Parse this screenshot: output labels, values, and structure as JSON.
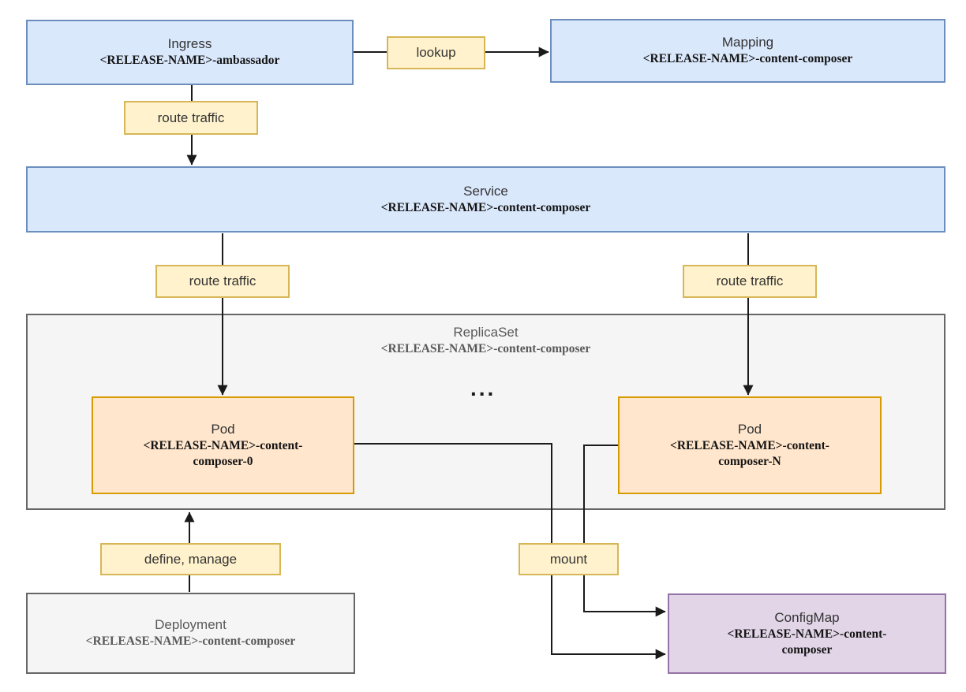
{
  "diagram": {
    "nodes": {
      "ingress": {
        "title": "Ingress",
        "subtitle": "<RELEASE-NAME>-ambassador"
      },
      "mapping": {
        "title": "Mapping",
        "subtitle": "<RELEASE-NAME>-content-composer"
      },
      "service": {
        "title": "Service",
        "subtitle": "<RELEASE-NAME>-content-composer"
      },
      "replicaset": {
        "title": "ReplicaSet",
        "subtitle": "<RELEASE-NAME>-content-composer"
      },
      "pod_left": {
        "title": "Pod",
        "subtitle": "<RELEASE-NAME>-content-composer-0"
      },
      "pod_right": {
        "title": "Pod",
        "subtitle": "<RELEASE-NAME>-content-composer-N"
      },
      "deployment": {
        "title": "Deployment",
        "subtitle": "<RELEASE-NAME>-content-composer"
      },
      "configmap": {
        "title": "ConfigMap",
        "subtitle": "<RELEASE-NAME>-content-composer"
      }
    },
    "edge_labels": {
      "lookup": "lookup",
      "route_traffic_ingress": "route traffic",
      "route_traffic_left": "route traffic",
      "route_traffic_right": "route traffic",
      "define_manage": "define, manage",
      "mount": "mount"
    },
    "ellipsis": "...",
    "colors": {
      "blue_fill": "#dae8fc",
      "blue_border": "#6c8ebf",
      "orange_fill": "#ffe6cc",
      "orange_border": "#d79b00",
      "gray_fill": "#f5f5f5",
      "gray_border": "#666666",
      "purple_fill": "#e1d5e7",
      "purple_border": "#9673a6",
      "label_fill": "#fff2cc",
      "label_border": "#d6b656",
      "edge_color": "#1a1a1a",
      "gray_text": "#595959",
      "dark_text": "#333333"
    }
  }
}
